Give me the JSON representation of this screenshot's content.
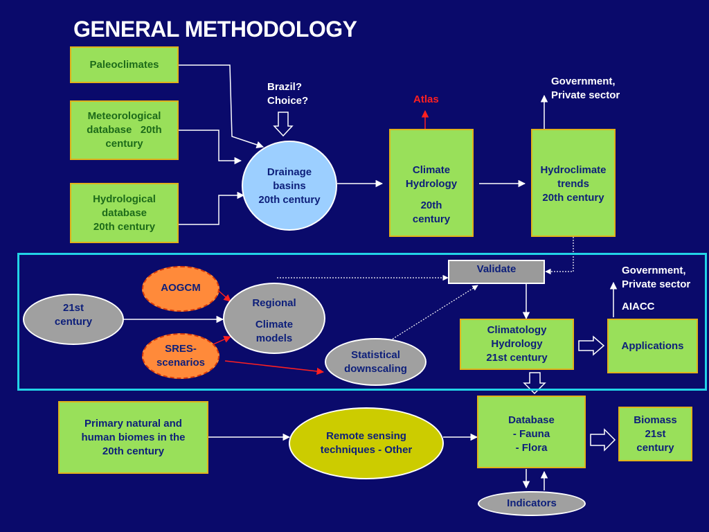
{
  "title": "GENERAL METHODOLOGY",
  "inputs": {
    "paleoclimates": "Paleoclimates",
    "meteorological": [
      "Meteorological",
      "database   20th",
      "century"
    ],
    "hydrological": [
      "Hydrological",
      "database",
      "20th century"
    ]
  },
  "brazil": [
    "Brazil?",
    "Choice?"
  ],
  "drainage": [
    "Drainage",
    "basins",
    "20th century"
  ],
  "climate_hydrology": {
    "line1": "Climate",
    "line2": "Hydrology",
    "line3": "20th",
    "line4": "century"
  },
  "atlas": "Atlas",
  "hydroclimate": [
    "Hydroclimate",
    "trends",
    "20th century"
  ],
  "government_top": [
    "Government,",
    "Private sector"
  ],
  "validate": "Validate",
  "government_mid": [
    "Government,",
    "Private sector"
  ],
  "aiacc": "AIACC",
  "aogcm": "AOGCM",
  "sres": [
    "SRES-",
    "scenarios"
  ],
  "century21": [
    "21st",
    "century"
  ],
  "regional": {
    "line1": "Regional",
    "line2": "Climate",
    "line3": "models"
  },
  "statistical": [
    "Statistical",
    "downscaling"
  ],
  "climatology": [
    "Climatology",
    "Hydrology",
    "21st century"
  ],
  "applications": "Applications",
  "primary": [
    "Primary natural and",
    "human biomes in the",
    "20th century"
  ],
  "remote": [
    "Remote sensing",
    "techniques - Other"
  ],
  "database": [
    "Database",
    "- Fauna",
    "- Flora"
  ],
  "biomass": [
    "Biomass",
    "21st",
    "century"
  ],
  "indicators": "Indicators",
  "colors": {
    "background": "#0a0a6b",
    "box": "#99e05a",
    "box_border": "#e0b21a",
    "frame": "#22d3e6",
    "orange": "#ff8a3a",
    "yellow": "#cccc00",
    "blue": "#9ccfff",
    "gray": "#a0a0a0"
  }
}
